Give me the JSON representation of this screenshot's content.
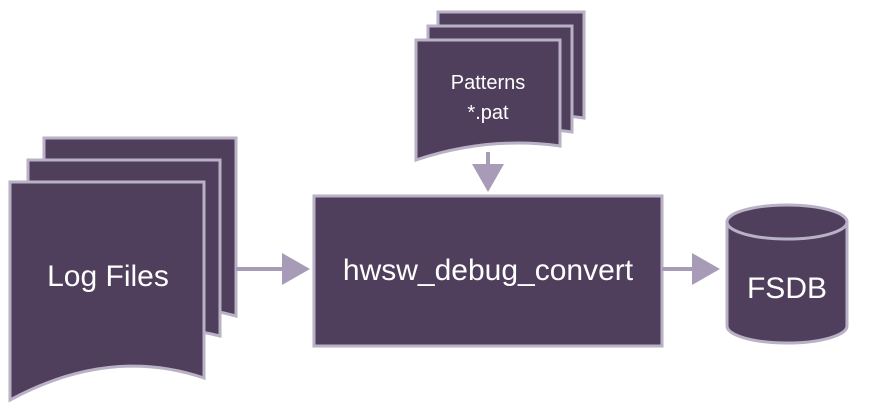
{
  "nodes": {
    "log_files": {
      "label": "Log Files"
    },
    "patterns": {
      "line1": "Patterns",
      "line2": "*.pat"
    },
    "converter": {
      "label": "hwsw_debug_convert"
    },
    "fsdb": {
      "label": "FSDB"
    }
  },
  "edges": [
    {
      "from": "log_files",
      "to": "converter"
    },
    {
      "from": "patterns",
      "to": "converter"
    },
    {
      "from": "converter",
      "to": "fsdb"
    }
  ],
  "colors": {
    "fill": "#4f3f5c",
    "stroke": "#b9b1c6",
    "arrow": "#a79bb7",
    "text": "#ffffff"
  }
}
